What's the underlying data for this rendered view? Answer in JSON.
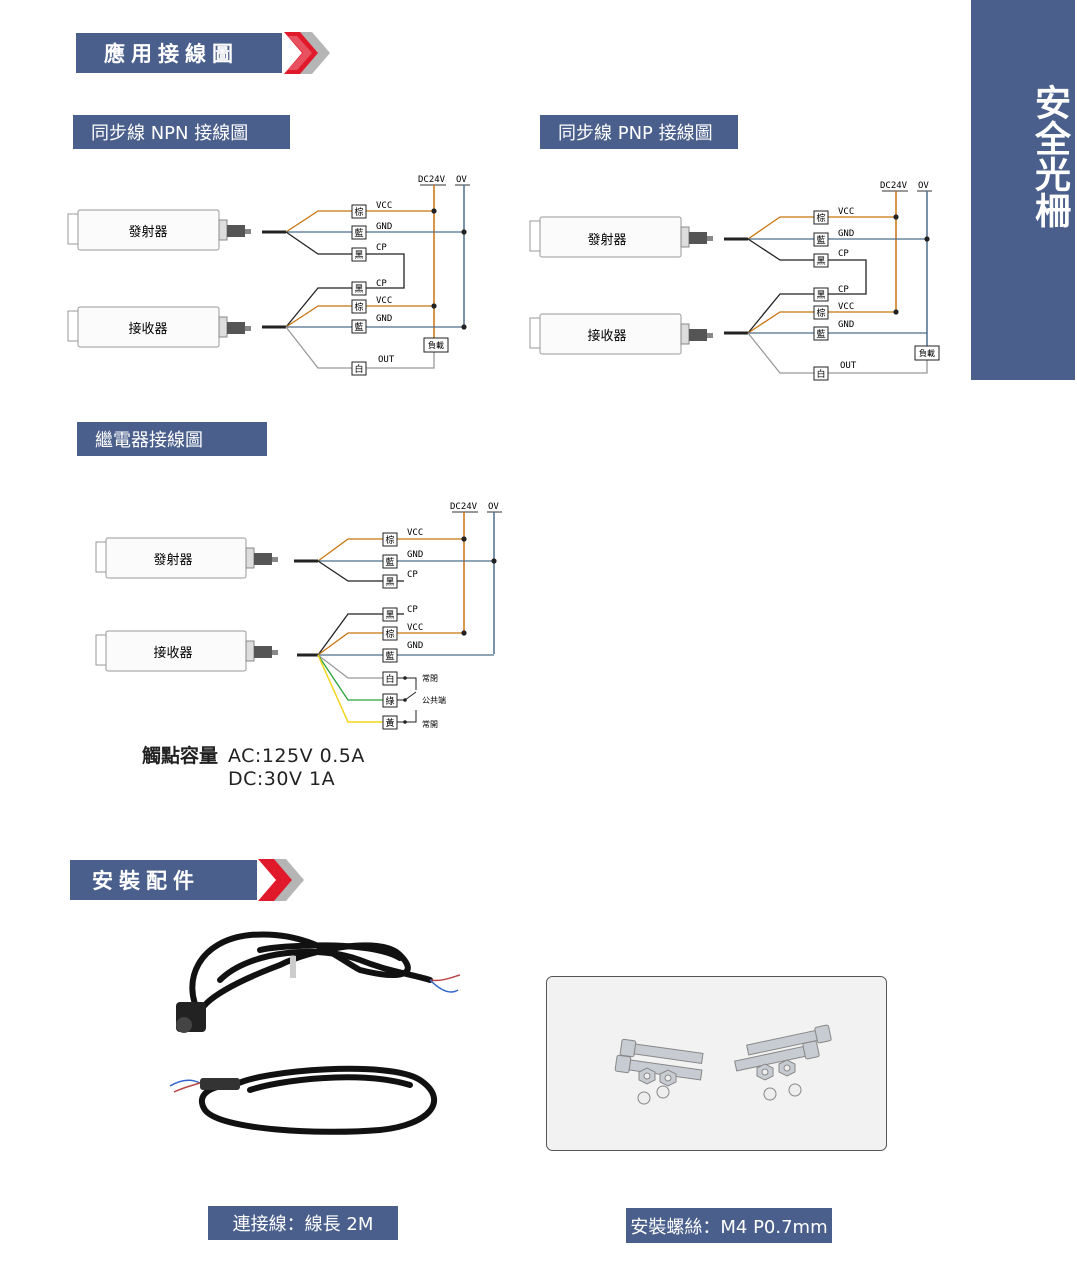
{
  "side_title": "安全光柵",
  "section_wiring": "應用接線圖",
  "section_accessories": "安裝配件",
  "npn_title": "同步線 NPN 接線圖",
  "pnp_title": "同步線 PNP 接線圖",
  "relay_title": "繼電器接線圖",
  "emitter": "發射器",
  "receiver": "接收器",
  "dc24v": "DC24V",
  "ov": "OV",
  "load": "負載",
  "wires": {
    "brown": "棕",
    "blue": "藍",
    "black": "黑",
    "white": "白",
    "green": "綠",
    "yellow": "黃",
    "vcc": "VCC",
    "gnd": "GND",
    "cp": "CP",
    "out": "OUT"
  },
  "relay_contacts": {
    "nc": "常閉",
    "com": "公共端",
    "no": "常開"
  },
  "contact_capacity": {
    "label": "觸點容量",
    "ac": "AC:125V 0.5A",
    "dc": "DC:30V 1A"
  },
  "cable_caption": "連接線：線長 2M",
  "screw_caption": "安裝螺絲：M4 P0.7mm",
  "colors": {
    "header": "#4a5f8c",
    "arrow_red": "#e0192b",
    "arrow_gray": "#b5b5b5",
    "brown_wire": "#c8740e",
    "blue_wire": "#4e6d8e",
    "green_wire": "#2aa13a",
    "yellow_wire": "#f2d51a"
  }
}
